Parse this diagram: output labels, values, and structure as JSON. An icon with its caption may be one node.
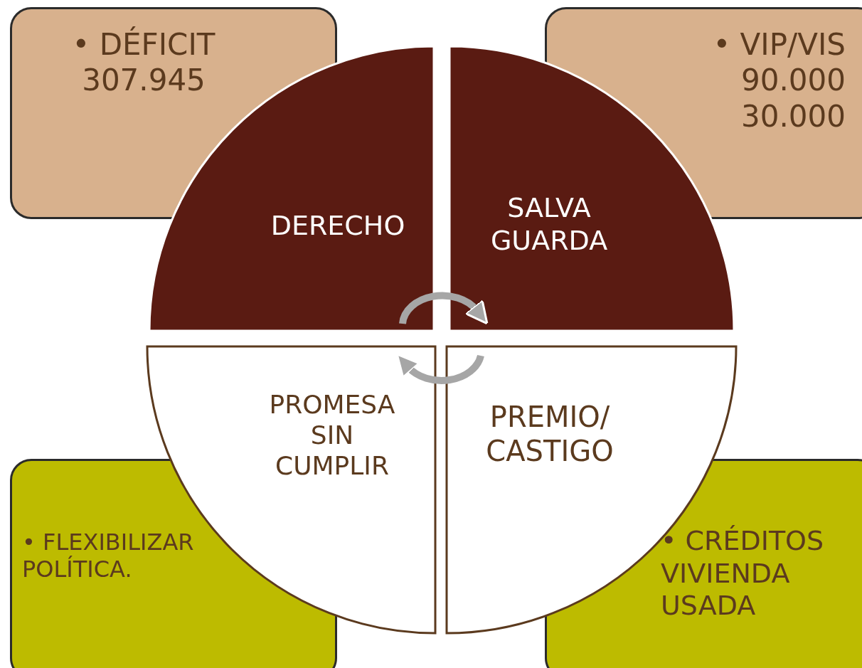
{
  "diagram": {
    "nodes": [
      {
        "text": [
          "• DÉFICIT 307.945"
        ]
      },
      {
        "text": [
          "• VIP/VIS 90.000 30.000"
        ]
      },
      {
        "text": [
          "DERECHO"
        ]
      },
      {
        "text": [
          "SALVA GUARDA"
        ]
      },
      {
        "text": [
          "PROMESA SIN CUMPLIR"
        ]
      },
      {
        "text": [
          "PREMIO/ CASTIGO"
        ]
      },
      {
        "text": [
          "• FLEXIBILIZAR POLÍTICA."
        ]
      },
      {
        "text": [
          "• CRÉDITOS VIVIENDA USADA"
        ]
      }
    ],
    "edges": [
      {
        "from": 2,
        "to": 3,
        "arrow": "to"
      },
      {
        "from": 5,
        "to": 4,
        "arrow": "to"
      }
    ]
  }
}
